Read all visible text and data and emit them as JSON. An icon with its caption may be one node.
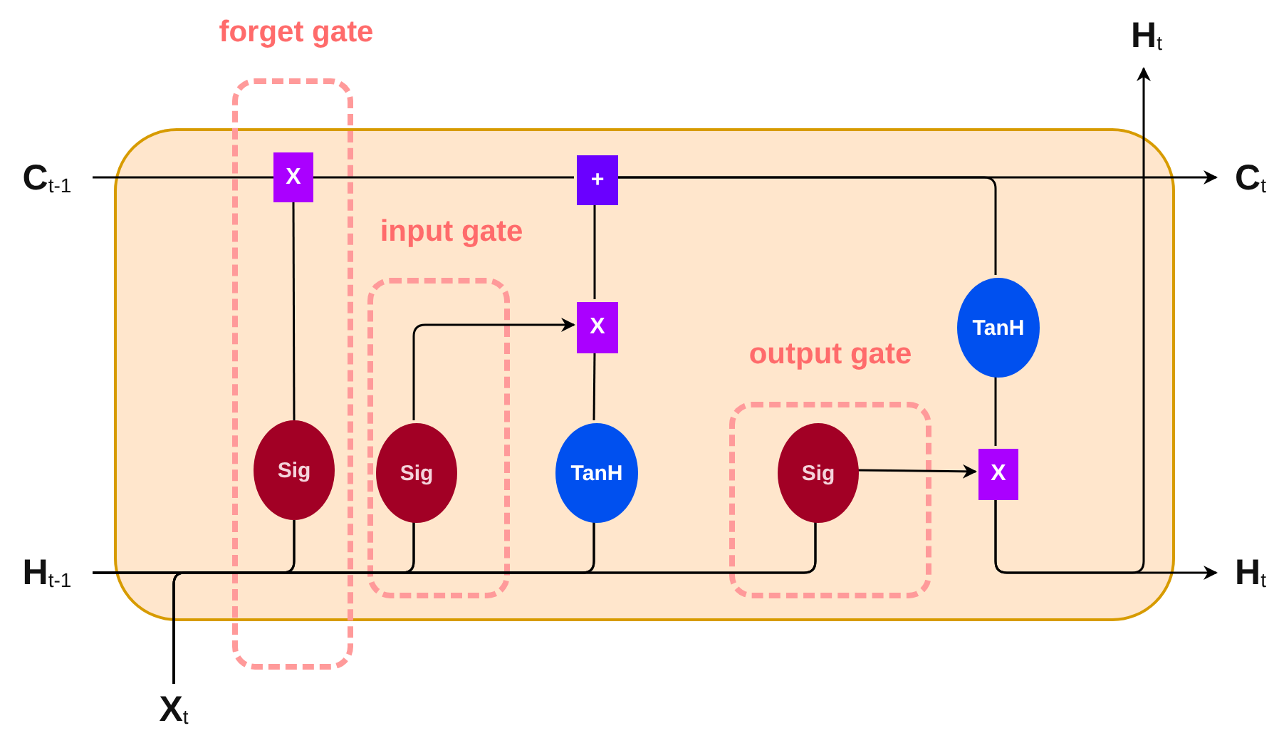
{
  "diagram": {
    "nodes": [
      {
        "text": [],
        "shape": "box"
      },
      {
        "text": [
          "forget gate"
        ]
      },
      {
        "text": [
          "input gate"
        ],
        "in": 0
      },
      {
        "text": [
          "output gate"
        ],
        "in": 0
      },
      {
        "text": [
          "**H**$_{t}$"
        ]
      },
      {
        "text": [
          "**C**$_{t-1}$"
        ]
      },
      {
        "text": [
          "X"
        ],
        "in": 1
      },
      {
        "text": [
          "+"
        ],
        "in": 0
      },
      {
        "text": [
          "X"
        ],
        "in": 0
      },
      {
        "text": [
          "TanH"
        ],
        "in": 0
      },
      {
        "text": [
          "Sig"
        ],
        "in": 1
      },
      {
        "text": [
          "Sig"
        ],
        "in": 2
      },
      {
        "text": [
          "TanH"
        ],
        "in": 0
      },
      {
        "text": [
          "Sig"
        ],
        "in": 3
      },
      {
        "text": [
          "X"
        ],
        "in": 0
      },
      {
        "text": [
          "**H**$_{t-1}$"
        ]
      },
      {
        "text": [
          "**X**$_{t}$"
        ]
      },
      {
        "text": [
          "**C**$_{t}$"
        ]
      },
      {
        "text": [
          "**H**$_{t}$"
        ]
      }
    ],
    "edges": [
      {
        "from": 5,
        "to": 6,
        "arrow": "none"
      },
      {
        "from": 6,
        "to": 7,
        "arrow": "none"
      },
      {
        "from": 7,
        "to": 17,
        "arrow": "to"
      },
      {
        "from": 7,
        "to": 9,
        "arrow": "none"
      },
      {
        "from": 9,
        "to": 14,
        "arrow": "none"
      },
      {
        "from": 14,
        "to": 18,
        "arrow": "to"
      },
      {
        "from": 14,
        "to": 4,
        "arrow": "to"
      },
      {
        "from": 10,
        "to": 6,
        "arrow": "none"
      },
      {
        "from": 12,
        "to": 8,
        "arrow": "none"
      },
      {
        "from": 8,
        "to": 7,
        "arrow": "none"
      },
      {
        "from": 11,
        "to": 8,
        "arrow": "to"
      },
      {
        "from": 13,
        "to": 14,
        "arrow": "to"
      },
      {
        "from": 15,
        "to": 10,
        "arrow": "none"
      },
      {
        "from": 15,
        "to": 11,
        "arrow": "none"
      },
      {
        "from": 15,
        "to": 12,
        "arrow": "none"
      },
      {
        "from": 15,
        "to": 13,
        "arrow": "none"
      },
      {
        "from": 16,
        "to": 10,
        "arrow": "none"
      },
      {
        "from": 16,
        "to": 11,
        "arrow": "none"
      },
      {
        "from": 16,
        "to": 12,
        "arrow": "none"
      },
      {
        "from": 16,
        "to": 13,
        "arrow": "none"
      }
    ]
  }
}
